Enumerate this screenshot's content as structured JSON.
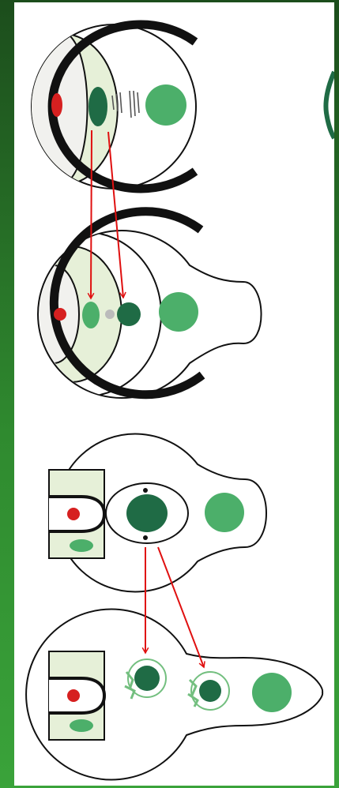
{
  "colors": {
    "background_top": "#1c4d1c",
    "background_bottom": "#3aa33a",
    "panel": "#ffffff",
    "outline": "#111111",
    "light_green_fill": "#e6f0d8",
    "nucleus_red": "#d62020",
    "dark_green": "#1f6b45",
    "medium_green": "#4caf6a",
    "light_green": "#73bf7f",
    "arrow_red": "#e01010"
  },
  "stages": [
    {
      "id": 1,
      "description_icon": "cell-stage-1"
    },
    {
      "id": 2,
      "description_icon": "cell-stage-2"
    },
    {
      "id": 3,
      "description_icon": "cell-stage-3"
    },
    {
      "id": 4,
      "description_icon": "cell-stage-4"
    }
  ]
}
